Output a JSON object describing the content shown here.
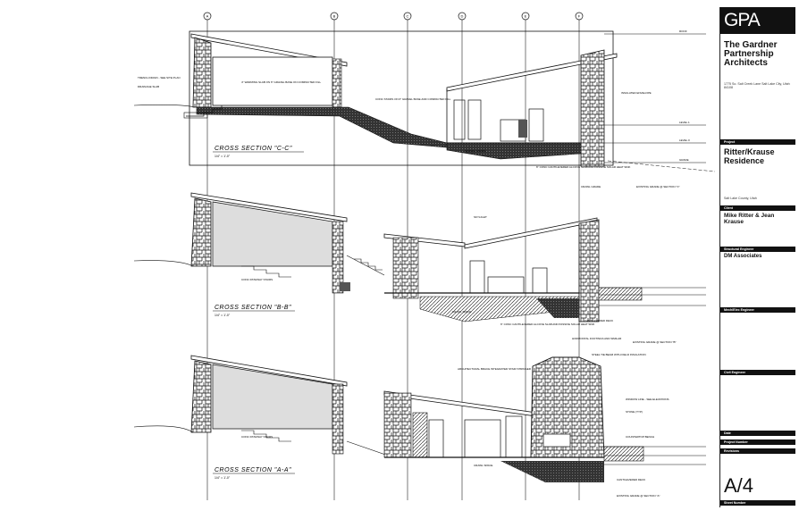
{
  "grid_labels": [
    "A",
    "B",
    "C",
    "D",
    "E",
    "F"
  ],
  "sections": [
    {
      "title": "CROSS SECTION \"C-C\"",
      "scale": "1/4\" = 1'-0\""
    },
    {
      "title": "CROSS SECTION \"B-B\"",
      "scale": "1/4\" = 1'-0\""
    },
    {
      "title": "CROSS SECTION \"A-A\"",
      "scale": "1/4\" = 1'-0\""
    }
  ],
  "notes": {
    "trench_drain": "TRENCH DRAIN - SEE SITE PLAN",
    "drainage_slab": "DRAINAGE SLAB",
    "warming_slab": "4\" WARMING SLAB ON 6\" GRAVEL BASE ON COMPACTED FILL",
    "conc_stairs_c": "CONC STAIRS ON 6\" GRAVEL BASE AND COMPACTED FILL",
    "gravel_grade": "GRAVEL GRADE",
    "retaining": "6\" CONC CANTILEVERED ALCOVE SLAB AND PASSIVE SOLAR HEAT SINK",
    "insulated_envelope": "INSULATED ENVELOPE",
    "crawl_grade": "CRAWL GRADE",
    "existing_grade_c": "EXISTING GRADE @ SECTION \"C\"",
    "skylight": "SKYLIGHT",
    "conc_stairs_b": "CONC PATHWAY STAIRS",
    "crawl_space_b": "CRAWL SPACE",
    "cantilevered_deck": "CANTILEVERED DECK",
    "heat_sink_b": "6\" CONC CANTILEVERED ALCOVE SLAB AND PASSIVE SOLAR HEAT SINK",
    "foundation_b": "HORIZONTAL FOOTINGS AND SIMILAR",
    "existing_grade_b": "EXISTING GRADE @ SECTION \"B\"",
    "bookcase": "ARCHITECTURAL BRACE INTEGRATED STAIR STRINGER",
    "steel_tie": "STEEL TIE BEAM WITH FIELD INSULATION",
    "window_line": "WINDOW LINE - SEE ELEVATIONS",
    "stone_typ": "STONE (TYP)",
    "conc_stairs_a": "CONC PATHWAY STAIRS",
    "crawl_space_a": "CRAWL SPACE",
    "countertop": "COUNTERTOP BENCH",
    "deck_a": "CANTILEVERED DECK",
    "existing_grade_a": "EXISTING GRADE @ SECTION \"A\""
  },
  "level_tags": [
    "ROOF",
    "LEVEL 1",
    "LEVEL 0",
    "GRADE"
  ],
  "title_block": {
    "logo": "GPA",
    "firm": "The Gardner Partnership Architects",
    "firm_address": "1775 So. Salt Creek Lane Salt Lake City, Utah 84108",
    "project_label": "Project",
    "project_name": "Ritter/Krause Residence",
    "site_address": "Salt Lake County, Utah",
    "client_label": "Client",
    "client_name": "Mike Ritter & Jean Krause",
    "consultant_name": "DM Associates",
    "consultant_role": "Structural Engineer",
    "mech_elec": "Mech/Elec Engineer",
    "civil": "Civil Engineer",
    "date_label": "Date",
    "project_number_label": "Project Number",
    "revisions_label": "Revisions",
    "sheet_number": "A/4",
    "sheet_number_label": "Sheet Number"
  }
}
